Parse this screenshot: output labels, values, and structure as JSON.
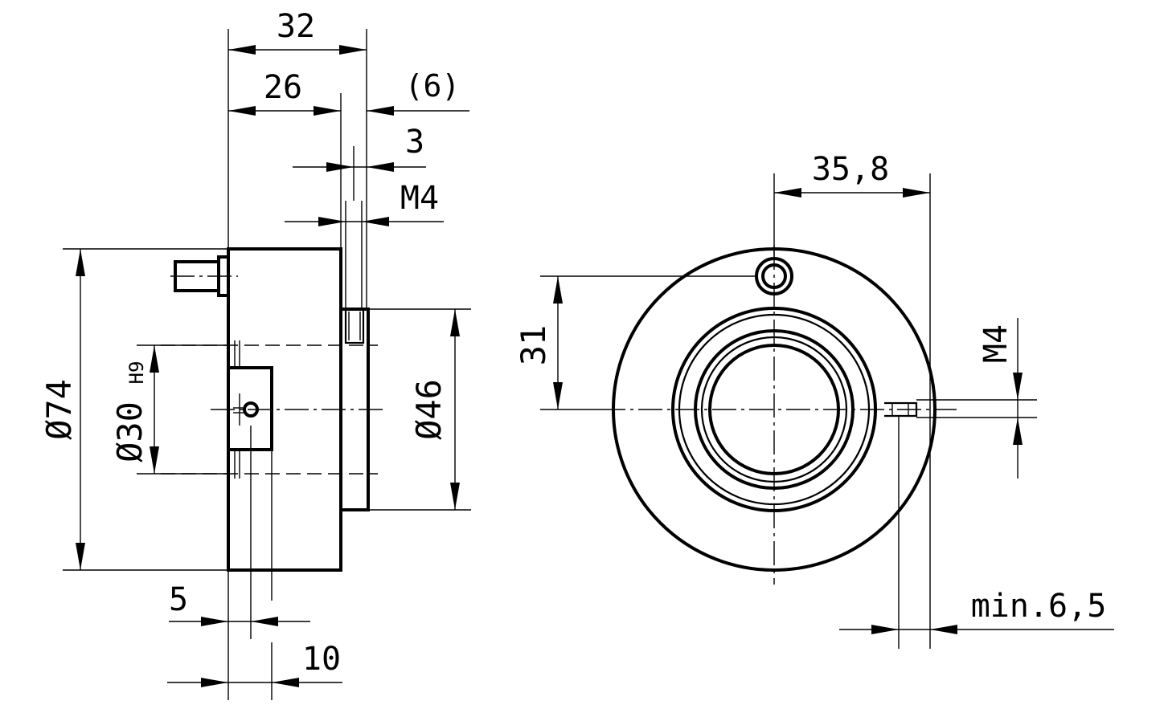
{
  "dimensions": {
    "side": {
      "d32": "32",
      "d26": "26",
      "d6": "(6)",
      "d3": "3",
      "m4_top": "M4",
      "dia74": "Ø74",
      "dia30": "Ø30",
      "h9": "H9",
      "dia46": "Ø46",
      "d5": "5",
      "d10": "10"
    },
    "front": {
      "d35_8": "35,8",
      "d31": "31",
      "m4_side": "M4",
      "min6_5": "min.6,5"
    }
  }
}
